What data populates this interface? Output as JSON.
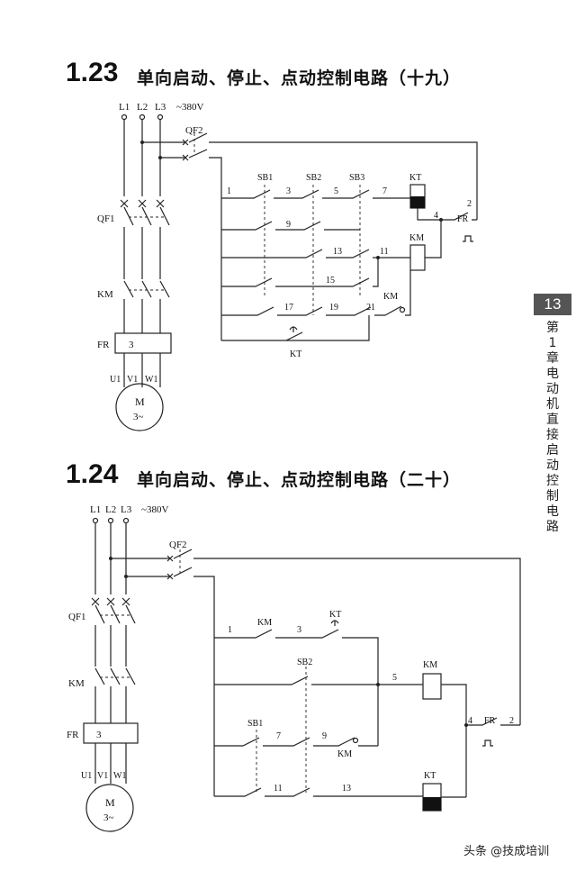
{
  "section1": {
    "number": "1.23",
    "title": "单向启动、停止、点动控制电路（十九）",
    "labels": {
      "l1": "L1",
      "l2": "L2",
      "l3": "L3",
      "voltage": "~380V",
      "qf2": "QF2",
      "qf1": "QF1",
      "km": "KM",
      "fr": "FR",
      "fr_box": "3",
      "u1": "U1",
      "v1": "V1",
      "w1": "W1",
      "motor": "M",
      "motor_sub": "3~",
      "sb1": "SB1",
      "sb2": "SB2",
      "sb3": "SB3",
      "kt": "KT",
      "kt_bottom": "KT",
      "km_coil": "KM",
      "km_contact": "KM",
      "fr_contact": "FR",
      "n1": "1",
      "n2": "2",
      "n3": "3",
      "n4": "4",
      "n5": "5",
      "n7": "7",
      "n9": "9",
      "n11": "11",
      "n13": "13",
      "n15": "15",
      "n17": "17",
      "n19": "19",
      "n21": "21"
    }
  },
  "section2": {
    "number": "1.24",
    "title": "单向启动、停止、点动控制电路（二十）",
    "labels": {
      "l1": "L1",
      "l2": "L2",
      "l3": "L3",
      "voltage": "~380V",
      "qf2": "QF2",
      "qf1": "QF1",
      "km": "KM",
      "fr": "FR",
      "fr_box": "3",
      "u1": "U1",
      "v1": "V1",
      "w1": "W1",
      "motor": "M",
      "motor_sub": "3~",
      "sb1": "SB1",
      "sb2": "SB2",
      "kt": "KT",
      "kt_coil": "KT",
      "km_coil": "KM",
      "km_contact1": "KM",
      "km_contact2": "KM",
      "fr_contact": "FR",
      "n1": "1",
      "n2": "2",
      "n3": "3",
      "n4": "4",
      "n5": "5",
      "n7": "7",
      "n9": "9",
      "n11": "11",
      "n13": "13"
    }
  },
  "side_tab": {
    "number": "13",
    "text": "第1章 电动机直接启动控制电路"
  },
  "watermark": "头条 @技成培训"
}
